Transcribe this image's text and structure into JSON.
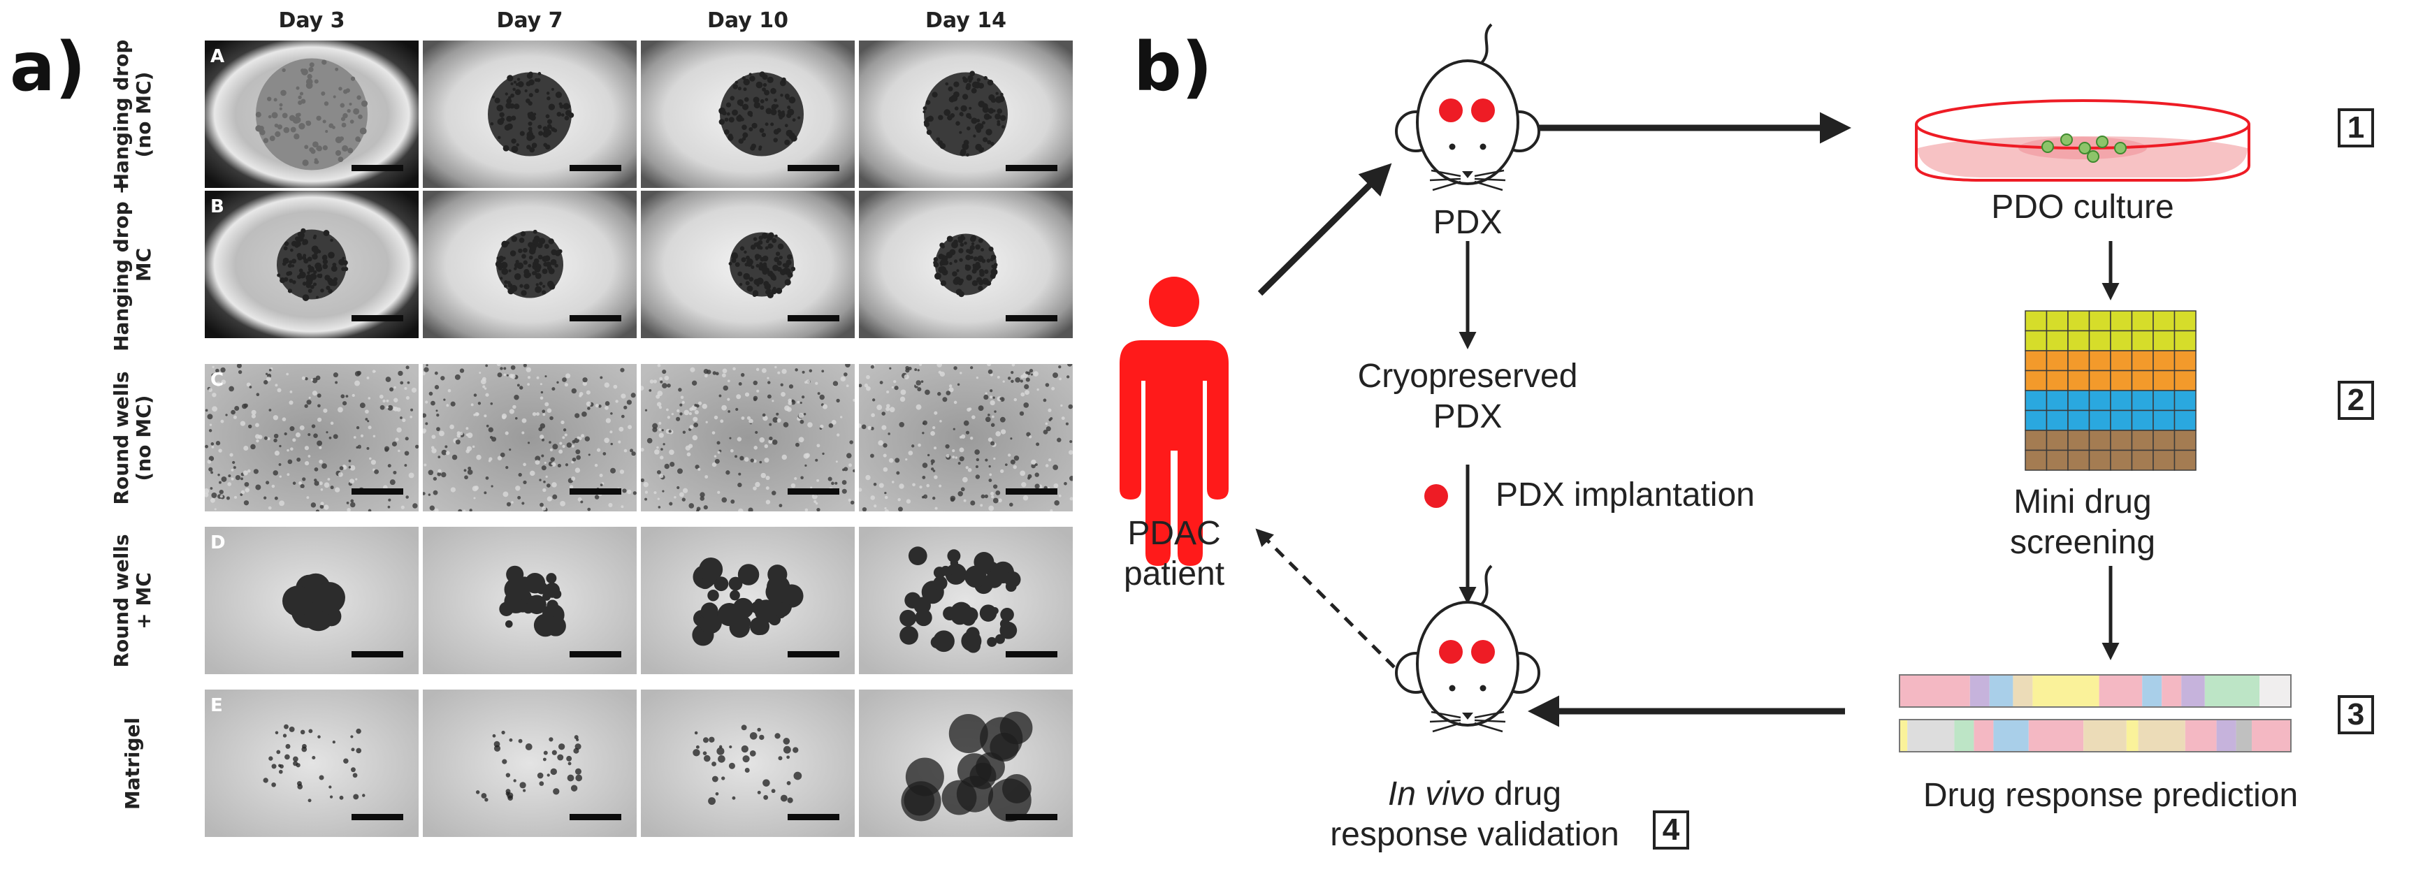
{
  "panel_a": {
    "letter": "a)",
    "columns": [
      "Day 3",
      "Day 7",
      "Day 10",
      "Day 14"
    ],
    "rows": [
      {
        "id": "A",
        "label_lines": [
          "Hanging drop",
          "(no MC)"
        ]
      },
      {
        "id": "B",
        "label_lines": [
          "Hanging drop +",
          "MC"
        ]
      },
      {
        "id": "C",
        "label_lines": [
          "Round wells",
          "(no MC)"
        ]
      },
      {
        "id": "D",
        "label_lines": [
          "Round wells",
          "+ MC"
        ]
      },
      {
        "id": "E",
        "label_lines": [
          "Matrigel"
        ]
      }
    ]
  },
  "panel_b": {
    "letter": "b)",
    "pdx_label": "PDX",
    "cryo_label_line1": "Cryopreserved",
    "cryo_label_line2": "PDX",
    "implantation_label": "PDX implantation",
    "patient_label_line1": "PDAC",
    "patient_label_line2": "patient",
    "validation_line1_italic": "In vivo",
    "validation_line1_rest": " drug",
    "validation_line2": "response validation",
    "pdo_label": "PDO culture",
    "mini_line1": "Mini drug",
    "mini_line2": "screening",
    "prediction_label": "Drug response prediction",
    "steps": [
      "1",
      "2",
      "3",
      "4"
    ],
    "colors": {
      "patient": "#ff1a1a",
      "accent_red": "#ee1c25",
      "organoid_green": "#8dc46a",
      "grid_yellow": "#d6dd2a",
      "grid_orange": "#f39a2b",
      "grid_blue": "#2aa8df",
      "grid_brown": "#a47c52"
    }
  }
}
